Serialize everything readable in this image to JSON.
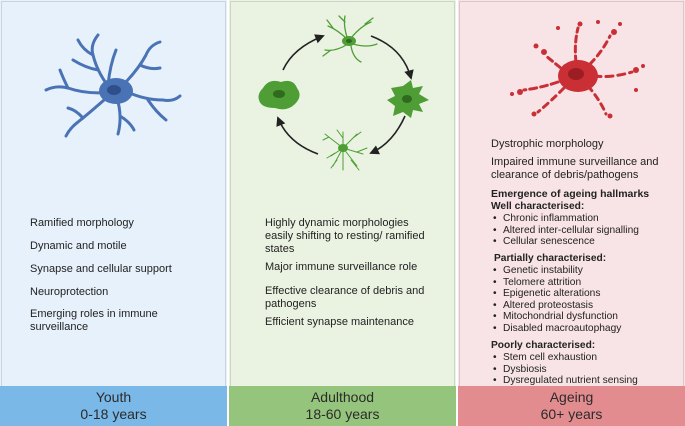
{
  "youth": {
    "footer_title": "Youth",
    "footer_range": "0-18 years",
    "items": [
      "Ramified morphology",
      "Dynamic and motile",
      "Synapse and cellular support",
      "Neuroprotection",
      "Emerging roles in immune surveillance"
    ],
    "color": "#7ab8e8",
    "cell_color": "#4a73b5"
  },
  "adulthood": {
    "footer_title": "Adulthood",
    "footer_range": "18-60 years",
    "items": [
      "Highly dynamic morphologies easily shifting to resting/ ramified states",
      "Major immune surveillance role",
      "Effective clearance of debris and pathogens",
      "Efficient synapse maintenance"
    ],
    "color": "#95c47c",
    "cell_color": "#4f9e35"
  },
  "ageing": {
    "footer_title": "Ageing",
    "footer_range": "60+ years",
    "items": [
      "Dystrophic morphology",
      "Impaired immune surveillance and clearance of debris/pathogens"
    ],
    "hallmarks_heading": "Emergence of ageing hallmarks",
    "well": {
      "heading": "Well characterised:",
      "items": [
        "Chronic inflammation",
        "Altered inter-cellular signalling",
        "Cellular senescence"
      ]
    },
    "partially": {
      "heading": "Partially characterised:",
      "items": [
        "Genetic instability",
        "Telomere attrition",
        "Epigenetic alterations",
        "Altered proteostasis",
        "Mitochondrial dysfunction",
        "Disabled macroautophagy"
      ]
    },
    "poorly": {
      "heading": "Poorly characterised:",
      "items": [
        "Stem cell exhaustion",
        "Dysbiosis",
        "Dysregulated nutrient sensing"
      ]
    },
    "color": "#e38c8f",
    "cell_color": "#c92f35"
  }
}
